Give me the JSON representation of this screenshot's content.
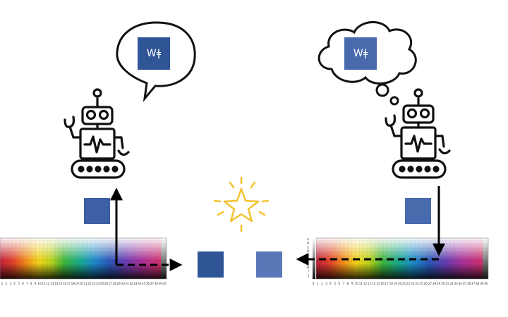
{
  "speaker": {
    "word": "Wǂ",
    "chip_color": "#2f5597",
    "ground_color": "#3c5fa6"
  },
  "listener": {
    "word": "Wǂ",
    "chip_color": "#4a6aae",
    "ground_color": "#4a6aae"
  },
  "comparison": {
    "target_color": "#2f5597",
    "guess_color": "#5a78b8",
    "star_color": "#f2c230"
  },
  "palette": {
    "left_axis_ticks": [
      "1",
      "2",
      "3",
      "4",
      "5",
      "6",
      "7",
      "8",
      "9",
      "10",
      "11",
      "12",
      "13",
      "14",
      "15",
      "16",
      "17",
      "18",
      "19",
      "20",
      "21",
      "22",
      "23",
      "24",
      "25",
      "26",
      "27",
      "28",
      "29",
      "30",
      "31",
      "32",
      "33",
      "34",
      "35",
      "36",
      "37",
      "38",
      "39",
      "40"
    ],
    "right_axis_ticks": [
      "0",
      "1",
      "2",
      "3",
      "4",
      "5",
      "6",
      "7",
      "8",
      "9",
      "10",
      "11",
      "12",
      "13",
      "14",
      "15",
      "16",
      "17",
      "18",
      "19",
      "20",
      "21",
      "22",
      "23",
      "24",
      "25",
      "26",
      "27",
      "28",
      "29",
      "30",
      "31",
      "32",
      "33",
      "34",
      "35",
      "36",
      "37",
      "38",
      "39",
      "40"
    ],
    "right_y_ticks": [
      "A",
      "B",
      "C",
      "D",
      "E",
      "F",
      "G",
      "H",
      "I",
      "J"
    ]
  }
}
